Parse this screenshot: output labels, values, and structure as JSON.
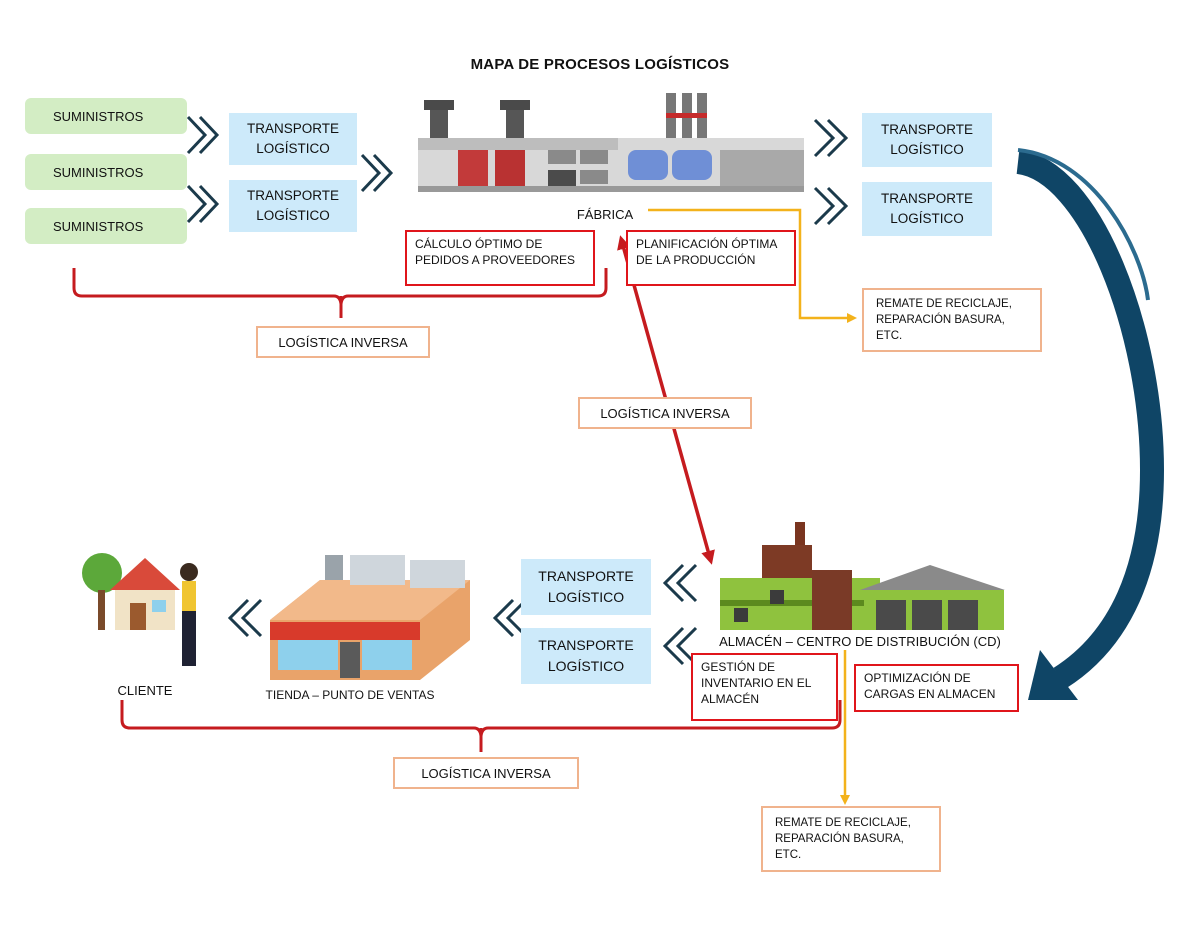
{
  "title": "MAPA DE PROCESOS LOGÍSTICOS",
  "supplies": [
    "SUMINISTROS",
    "SUMINISTROS",
    "SUMINISTROS"
  ],
  "transport": {
    "line1": "TRANSPORTE",
    "line2": "LOGÍSTICO"
  },
  "factory_label": "FÁBRICA",
  "calc_box": {
    "line1": "CÁLCULO ÓPTIMO DE",
    "line2": "PEDIDOS A PROVEEDORES"
  },
  "plan_box": {
    "line1": "PLANIFICACIÓN ÓPTIMA",
    "line2": "DE LA PRODUCCIÓN"
  },
  "recycle": {
    "line1": "REMATE DE RECICLAJE,",
    "line2": "REPARACIÓN BASURA,",
    "line3": "ETC."
  },
  "reverse_logistics": "LOGÍSTICA INVERSA",
  "warehouse_label": "ALMACÉN – CENTRO DE DISTRIBUCIÓN (CD)",
  "inventory_box": {
    "line1": "GESTIÓN DE",
    "line2": "INVENTARIO EN EL",
    "line3": "ALMACÉN"
  },
  "optimization_box": {
    "line1": "OPTIMIZACIÓN DE",
    "line2": "CARGAS EN ALMACEN"
  },
  "store_label": "TIENDA – PUNTO DE VENTAS",
  "client_label": "CLIENTE",
  "colors": {
    "red": "#c51b1f",
    "orange_line": "#f3b21b",
    "navy": "#0f4566",
    "green_box": "#d3edc4",
    "blue_box": "#cdeafa"
  }
}
